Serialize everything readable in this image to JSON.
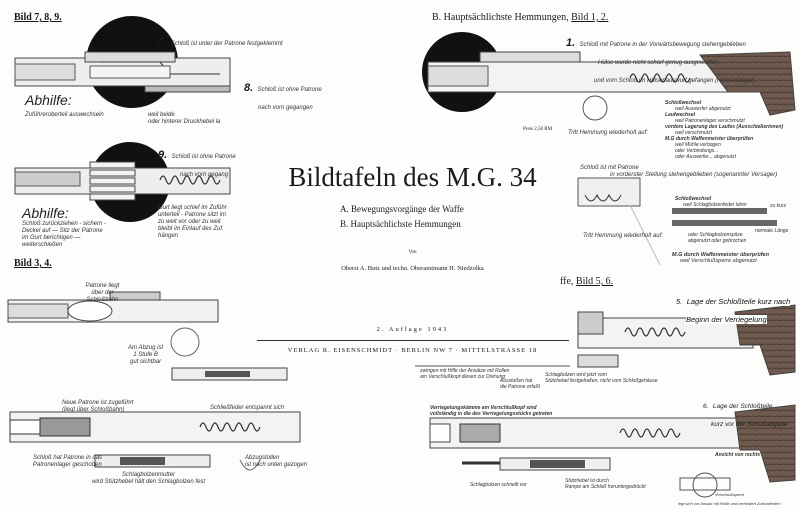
{
  "left": {
    "bild_789": "Bild 7, 8, 9.",
    "fig7": {
      "num": "7.",
      "text": "Schloß ist unter der Patrone festgeklemmt"
    },
    "fig8": {
      "num": "8.",
      "line1": "Schloß ist ohne Patrone",
      "line2": "nach vorn gegangen"
    },
    "abhilfe1": {
      "title": "Abhilfe:",
      "text": "Zuführeroberteil auswechseln",
      "reason1": "weil beide",
      "reason2": "oder hinterer Druckhebel la"
    },
    "fig9": {
      "num": "9.",
      "line1": "Schloß ist ohne Patrone",
      "line2": "nach vorn gegang"
    },
    "abhilfe2": {
      "title": "Abhilfe:",
      "lines": [
        "Schloß zurückziehen - sichern -",
        "Deckel auf — Sitz der Patrone",
        "im Gurt berichtigen —",
        "weiterschießen"
      ]
    },
    "fig9_reason": [
      "Gurt liegt schief im Zuführ",
      "unterteil - Patrone sitzt im",
      "zu weit vor oder zu weit",
      "bleibt im Einlauf des Zuf.",
      "hängen"
    ],
    "bild_34": "Bild 3, 4.",
    "fig3": {
      "cartridge": "Patrone liegt über der Schloßbahn",
      "trigger": [
        "Am Abzug ist",
        "1 Stufe B",
        "gut sichtbar"
      ]
    },
    "fig4": {
      "new_cartridge": [
        "Neue Patrone ist zugeführt",
        "(liegt über Schloßbahn)"
      ],
      "spring": "Schließfeder entspannt sich",
      "fired": [
        "Schloß hat Patrone in das",
        "Patronenlager geschoben"
      ],
      "firing_pin": [
        "Schlagbolzenmutter",
        "wird Stützhebel hält den Schlagbolzen fest"
      ],
      "trigger": [
        "Abzugstollen",
        "ist nach unten gezogen"
      ]
    }
  },
  "title": {
    "main": "Bildtafeln des M.G. 34",
    "sub_a": "A. Bewegungsvorgänge der Waffe",
    "sub_b": "B. Hauptsächlichste Hemmungen",
    "von": "Von",
    "authors": "Oberst A. Butz und techn. Oberamtmann H. Niedzolka",
    "edition": "2. Auflage 1943",
    "publisher": "VERLAG R. EISENSCHMIDT · BERLIN NW 7 · MITTELSTRASSE 18"
  },
  "right": {
    "heading": "B. Hauptsächlichste Hemmungen,",
    "bild_12": "Bild 1, 2.",
    "fig1": {
      "num": "1.",
      "lines": [
        "Schloß mit Patrone in der Vorwärtsbewegung stehengeblieben",
        "Hülse wurde nicht scharf genug ausgeworfen",
        "und vom Schloß im Hülsenauswurf gefangen   (Hülsenfänger)"
      ]
    },
    "price": "Preis 2,50 RM",
    "repeat1": "Tritt Hemmung wiederholt auf:",
    "remedies1": [
      "Schloßwechsel",
      "weil Auswerfer abgenutzt",
      "Laufwechsel",
      "weil Patronenlager verschmutzt",
      "vordere Lagerung des Laufes (Ausschießerinnen)",
      "weil verschmutzt",
      "M.G durch Waffenmeister überprüfen",
      "weil Mühle verbogen",
      "oder Verbindungs...",
      "oder Auswerfer... abgenutzt"
    ],
    "fig2": {
      "line1": "Schloß ist mit Patrone",
      "line2": "in vorderster Stellung stehengeblieben   (sogenannter Versager)"
    },
    "repeat2": "Tritt Hemmung wiederholt auf:",
    "remedies2": [
      "Schloßwechsel",
      "weil Schlagbolzenfeder lahm",
      "zu kurz",
      "normale Länge",
      "oder Schlagbolzenspitze",
      "abgenutzt oder gebrochen",
      "M.G durch Waffenmeister überprüfen",
      "weil Verschlußsperre abgenutzt"
    ],
    "bild_56_prefix": "ffe,",
    "bild_56": "Bild 5, 6.",
    "fig5": {
      "num": "5.",
      "lines": [
        "Lage der Schloßteile kurz nach",
        "Beginn der Verriegelung"
      ],
      "notes": [
        "zwingen mit Hilfe der Ansätze mit Rollen",
        "am Verschlußkopf diesen zur Drehung",
        "Ausstoßen hat",
        "die Patrone erfaßt",
        "Schlagbolzen wird jetzt vom",
        "Stützhebel festgehalten, nicht vom Schloßgehäuse"
      ]
    },
    "fig6": {
      "num": "6.",
      "lines": [
        "Lage der Schloßteile",
        "kurz vor der Schußabgabe"
      ],
      "notes": [
        "Verriegelungskämme am Verschlußkopf sind",
        "vollständig in die des Verriegelungsstücks getreten",
        "Schlagbolzen schnellt vor",
        "Stützhebel ist durch",
        "Rampe am Schloß heruntergedrückt",
        "Ansicht von rechts",
        "Verschlußsperre",
        "legt sich vor Ansatz mit Rolle und verhindert Zurückfedern"
      ]
    }
  }
}
